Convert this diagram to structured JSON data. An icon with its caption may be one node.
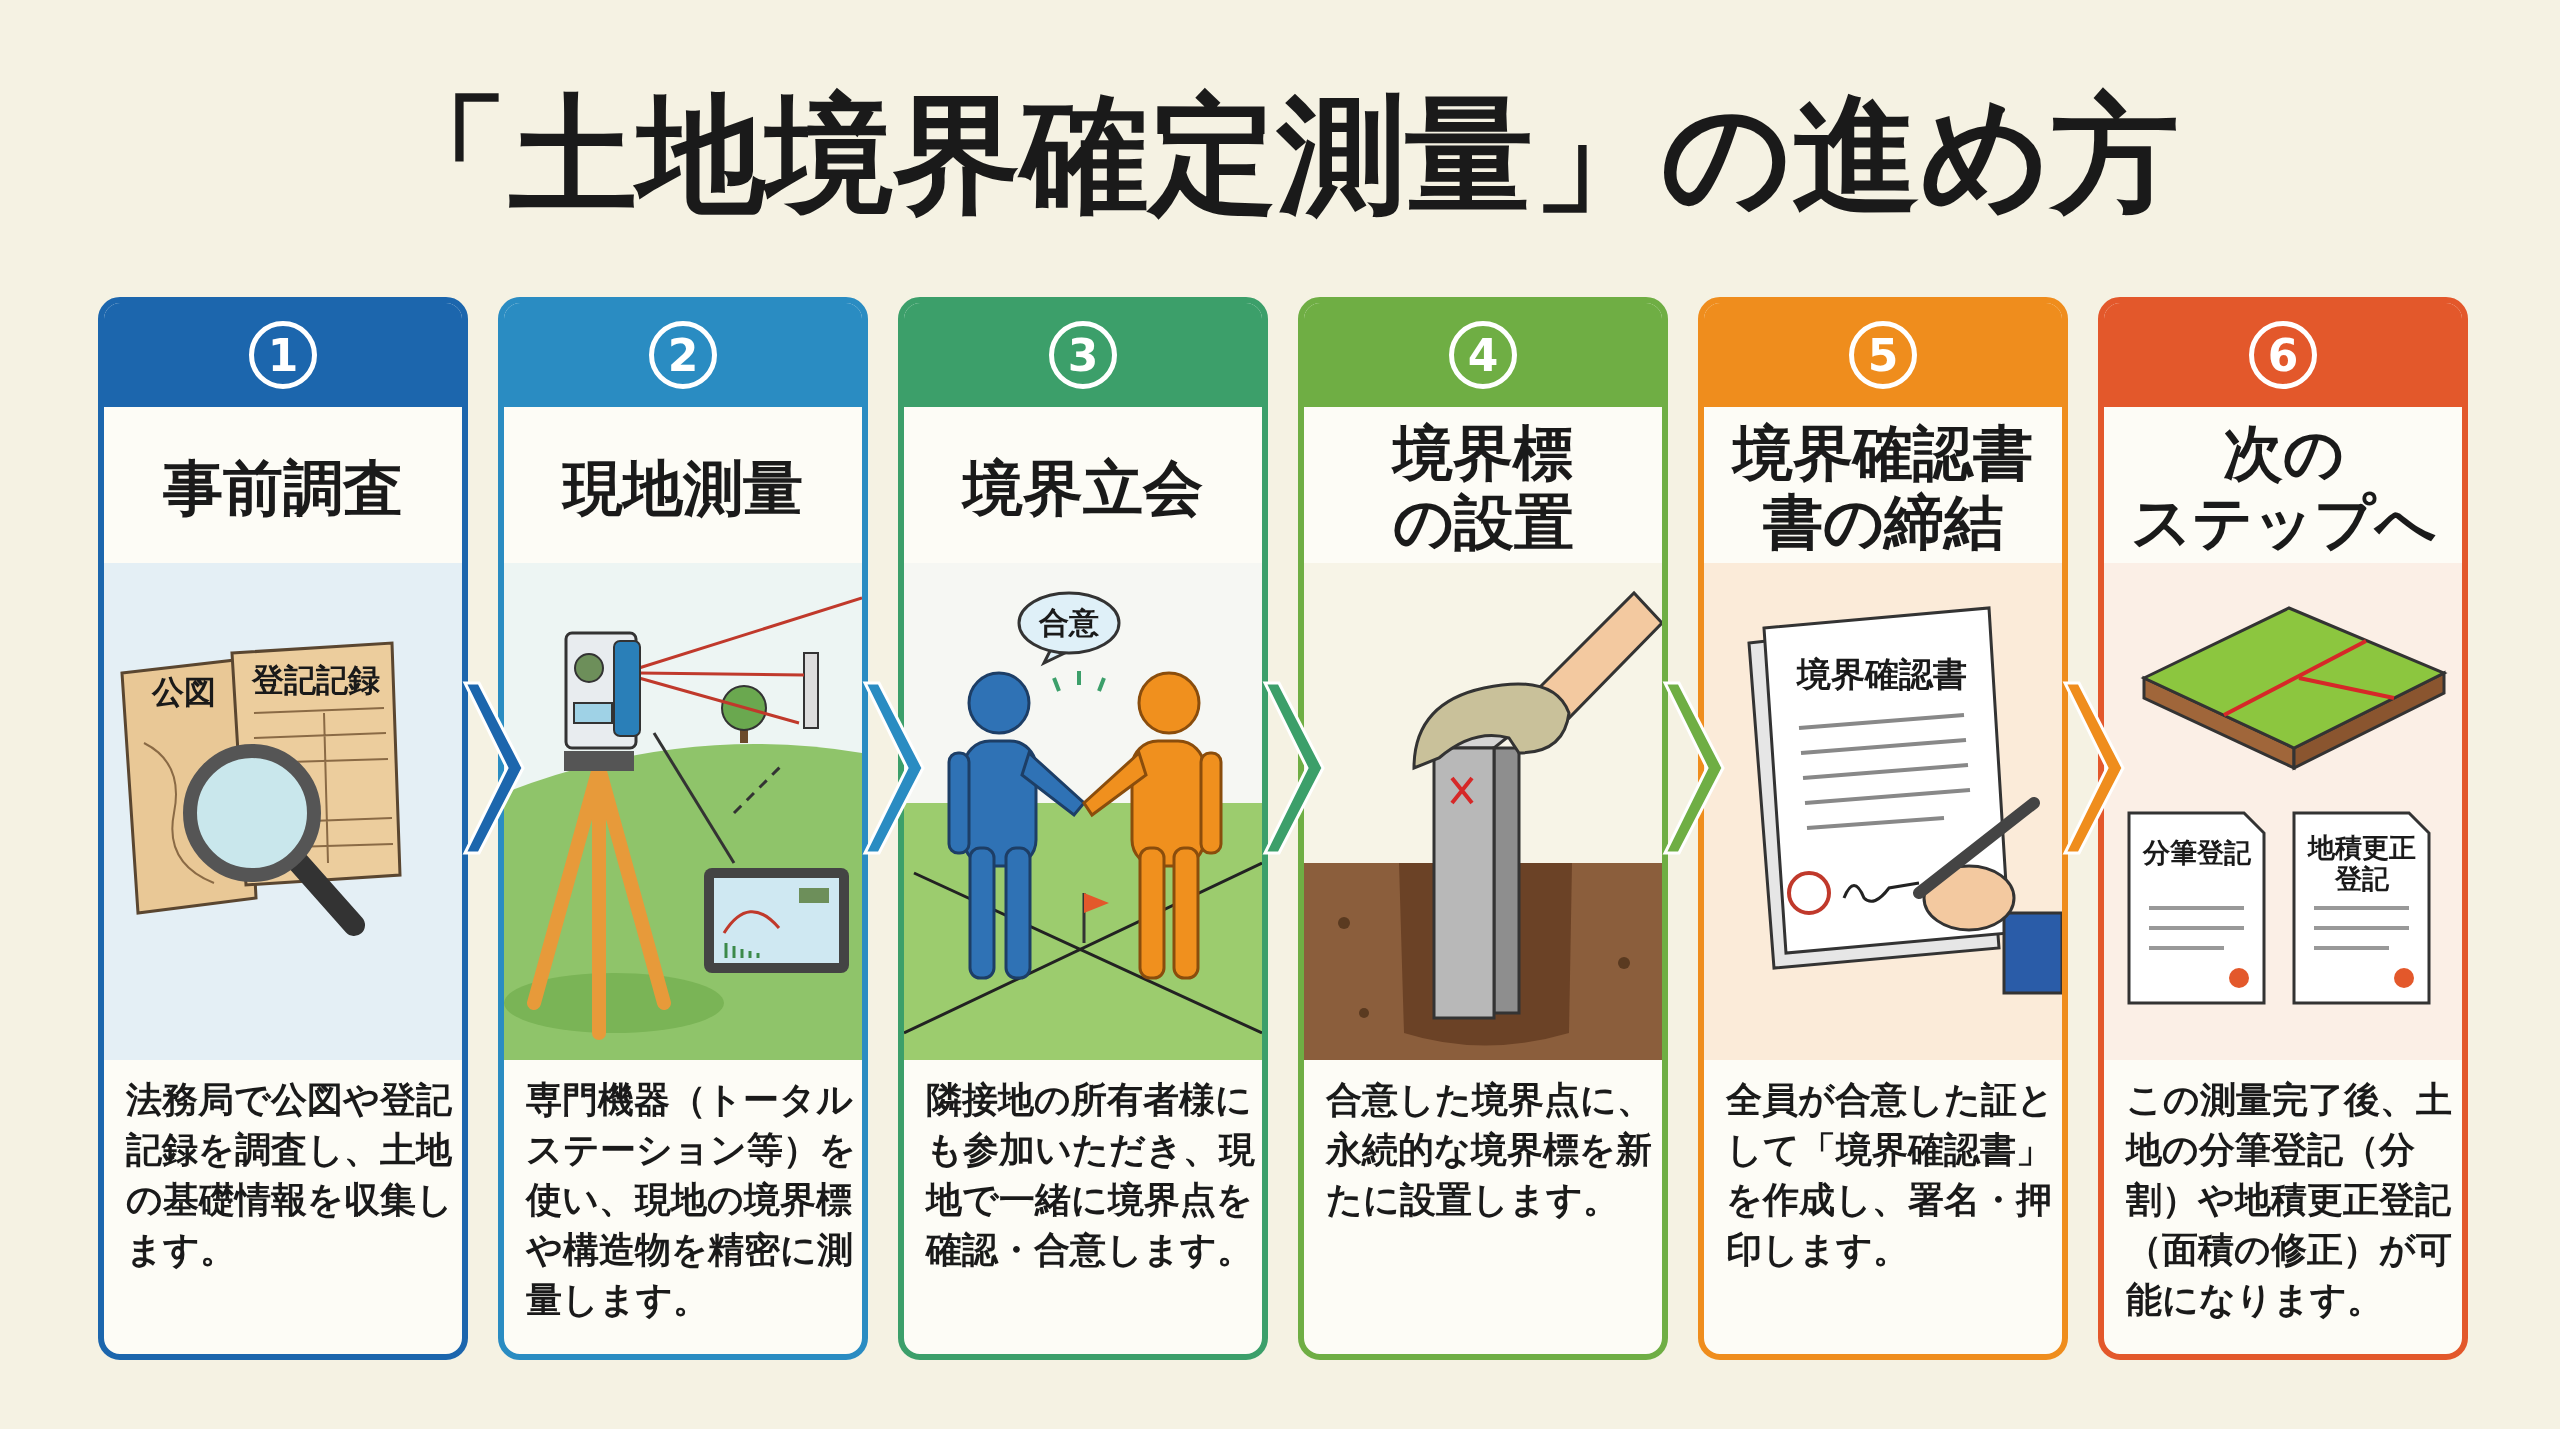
{
  "diagram": {
    "title": "「土地境界確定測量」の進め方",
    "nodes": [
      {
        "text": [
          "1",
          "事前調査",
          "法務局で公図や登記記録を調査し、土地の基礎情報を収集します。"
        ]
      },
      {
        "text": [
          "2",
          "現地測量",
          "専門機器（トータルステーション等）を使い、現地の境界標や構造物を精密に測量します。"
        ]
      },
      {
        "text": [
          "3",
          "境界立会",
          "隣接地の所有者様にも参加いただき、現地で一緒に境界点を確認・合意します。"
        ]
      },
      {
        "text": [
          "4",
          "境界標の設置",
          "合意した境界点に、永続的な境界標を新たに設置します。"
        ]
      },
      {
        "text": [
          "5",
          "境界確認書書の締結",
          "全員が合意した証として「境界確認書」を作成し、署名・押印します。"
        ]
      },
      {
        "text": [
          "6",
          "次のステップへ",
          "この測量完了後、土地の分筆登記（分割）や地積更正登記（面積の修正）が可能になります。"
        ]
      }
    ],
    "edges": [
      {
        "from": 0,
        "to": 1,
        "arrow": "to",
        "color": "#1c66ad"
      },
      {
        "from": 1,
        "to": 2,
        "arrow": "to",
        "color": "#2a8cc2"
      },
      {
        "from": 2,
        "to": 3,
        "arrow": "to",
        "color": "#3c9f6a"
      },
      {
        "from": 3,
        "to": 4,
        "arrow": "to",
        "color": "#6fae44"
      },
      {
        "from": 4,
        "to": 5,
        "arrow": "to",
        "color": "#ef8d1d"
      }
    ],
    "labels": [
      "公図",
      "登記記録",
      "合意",
      "境界確認書",
      "分筆登記",
      "地積更正登記"
    ]
  }
}
